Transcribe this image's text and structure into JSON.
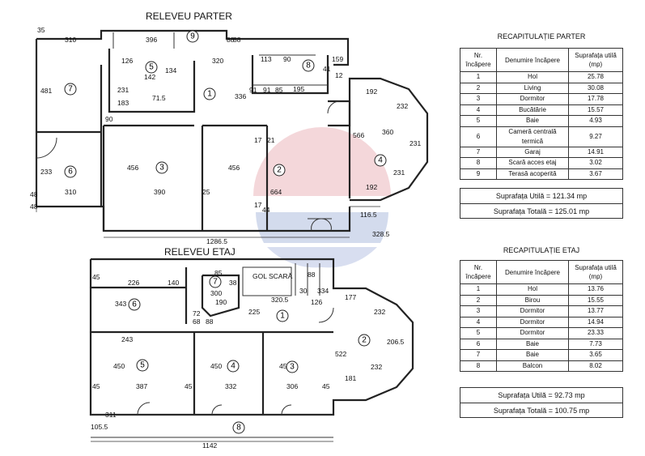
{
  "ground_floor": {
    "title": "RELEVEU PARTER",
    "rooms": [
      "1",
      "2",
      "3",
      "4",
      "5",
      "6",
      "7",
      "8",
      "9"
    ],
    "dims": [
      "310",
      "396",
      "320",
      "113",
      "90",
      "159",
      "12",
      "126",
      "142",
      "134",
      "231",
      "183",
      "71.5",
      "481",
      "90",
      "91",
      "91",
      "85",
      "195",
      "41",
      "336",
      "192",
      "232",
      "566",
      "360",
      "231",
      "233",
      "390",
      "456",
      "456",
      "664",
      "17",
      "21",
      "25",
      "17",
      "44",
      "231",
      "192",
      "116.5",
      "48",
      "310",
      "48",
      "1286.5",
      "328.5",
      "35",
      "88",
      "88"
    ]
  },
  "upper_floor": {
    "title": "RELEVEU ETAJ",
    "stair_label": "GOL SCARĂ",
    "rooms": [
      "1",
      "2",
      "3",
      "4",
      "5",
      "6",
      "7",
      "8"
    ],
    "dims": [
      "226",
      "140",
      "300",
      "85",
      "343",
      "38",
      "72",
      "68",
      "88",
      "190",
      "225",
      "320.5",
      "126",
      "38",
      "30",
      "334",
      "177",
      "232",
      "206.5",
      "243",
      "522",
      "181",
      "232",
      "450",
      "387",
      "450",
      "332",
      "450",
      "306",
      "45",
      "45",
      "105.5",
      "311",
      "1142",
      "45",
      "45",
      "88"
    ]
  },
  "recap_ground": {
    "title": "RECAPITULAȚIE PARTER",
    "headers": [
      "Nr. încăpere",
      "Denumire încăpere",
      "Suprafața utilă (mp)"
    ],
    "rows": [
      [
        "1",
        "Hol",
        "25.78"
      ],
      [
        "2",
        "Living",
        "30.08"
      ],
      [
        "3",
        "Dormitor",
        "17.78"
      ],
      [
        "4",
        "Bucătărie",
        "15.57"
      ],
      [
        "5",
        "Baie",
        "4.93"
      ],
      [
        "6",
        "Cameră centrală termică",
        "9.27"
      ],
      [
        "7",
        "Garaj",
        "14.91"
      ],
      [
        "8",
        "Scară acces etaj",
        "3.02"
      ],
      [
        "9",
        "Terasă acoperită",
        "3.67"
      ]
    ],
    "useful": "Suprafața Utilă = 121.34 mp",
    "total": "Suprafața Totală = 125.01 mp"
  },
  "recap_upper": {
    "title": "RECAPITULAȚIE ETAJ",
    "headers": [
      "Nr. încăpere",
      "Denumire încăpere",
      "Suprafața utilă (mp)"
    ],
    "rows": [
      [
        "1",
        "Hol",
        "13.76"
      ],
      [
        "2",
        "Birou",
        "15.55"
      ],
      [
        "3",
        "Dormitor",
        "13.77"
      ],
      [
        "4",
        "Dormitor",
        "14.94"
      ],
      [
        "5",
        "Dormitor",
        "23.33"
      ],
      [
        "6",
        "Baie",
        "7.73"
      ],
      [
        "7",
        "Baie",
        "3.65"
      ],
      [
        "8",
        "Balcon",
        "8.02"
      ]
    ],
    "useful": "Suprafața Utilă = 92.73 mp",
    "total": "Suprafața Totală = 100.75 mp"
  }
}
